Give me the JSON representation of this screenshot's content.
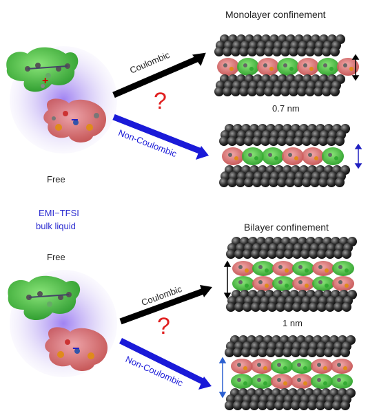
{
  "top": {
    "title": "Monolayer confinement",
    "distance": "0.7 nm",
    "free_label": "Free",
    "coulombic": "Coulombic",
    "non_coulombic": "Non-Coulombic",
    "question": "?"
  },
  "middle": {
    "liquid_line1": "EMI−TFSI",
    "liquid_line2": "bulk liquid",
    "free_label": "Free"
  },
  "bottom": {
    "title": "Bilayer confinement",
    "distance": "1 nm",
    "coulombic": "Coulombic",
    "non_coulombic": "Non-Coulombic",
    "question": "?"
  },
  "colors": {
    "cation": "#3fbf2f",
    "anion": "#d96060",
    "graphene": "#3a3a3a",
    "coulombic_arrow": "#000000",
    "non_coulombic_arrow": "#1a1ad8",
    "question": "#e02020",
    "halo": "#b9a8f2"
  }
}
